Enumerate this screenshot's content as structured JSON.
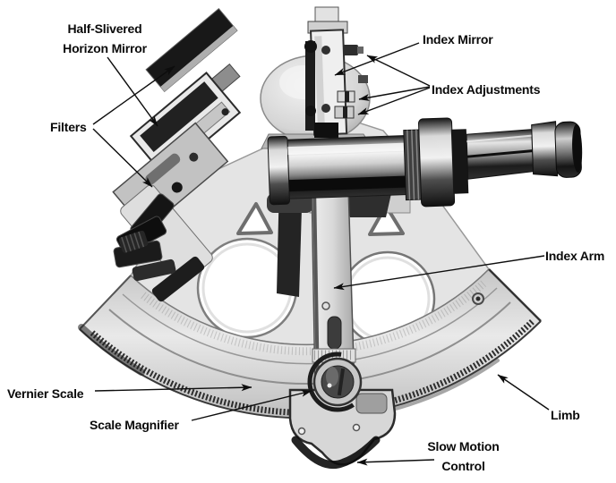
{
  "colors": {
    "background": "#ffffff",
    "label_text": "#0a0a0a",
    "arrow": "#0d0d0d",
    "metal_light": "#e8e8e8",
    "metal_dark": "#1a1a1a"
  },
  "labels": {
    "horizon_mirror": {
      "line1": "Half-Slivered",
      "line2": "Horizon Mirror"
    },
    "filters": "Filters",
    "index_mirror": "Index Mirror",
    "index_adjustments": "Index  Adjustments",
    "index_arm": "Index Arm",
    "vernier_scale": "Vernier Scale",
    "scale_magnifier": "Scale Magnifier",
    "limb": "Limb",
    "slow_motion_control": {
      "line1": "Slow Motion",
      "line2": "Control"
    }
  }
}
